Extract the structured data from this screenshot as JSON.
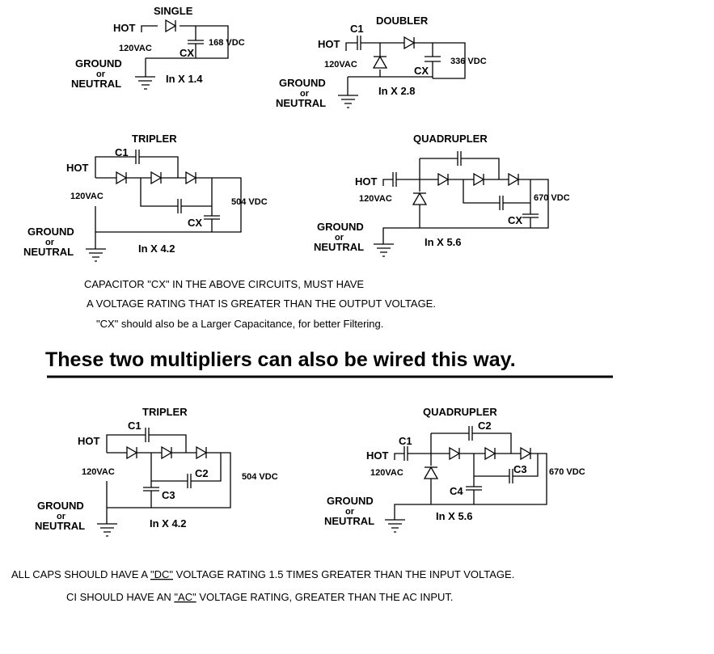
{
  "common": {
    "hot": "HOT",
    "vac": "120VAC",
    "ground": "GROUND",
    "or": "or",
    "neutral": "NEUTRAL"
  },
  "single": {
    "title": "SINGLE",
    "cx": "CX",
    "out": "168 VDC",
    "factor": "In X 1.4"
  },
  "doubler": {
    "title": "DOUBLER",
    "c1": "C1",
    "cx": "CX",
    "out": "336 VDC",
    "factor": "In X 2.8"
  },
  "tripler_a": {
    "title": "TRIPLER",
    "c1": "C1",
    "cx": "CX",
    "out": "504 VDC",
    "factor": "In X 4.2"
  },
  "quad_a": {
    "title": "QUADRUPLER",
    "cx": "CX",
    "out": "670 VDC",
    "factor": "In X 5.6"
  },
  "notes": {
    "line1": "CAPACITOR \"CX\" IN THE ABOVE CIRCUITS, MUST HAVE",
    "line2": "A  VOLTAGE RATING THAT IS GREATER THAN THE OUTPUT VOLTAGE.",
    "line3": "\"CX\" should also be a Larger Capacitance, for better Filtering."
  },
  "heading": "These two multipliers can also be wired this way.",
  "tripler_b": {
    "title": "TRIPLER",
    "c1": "C1",
    "c2": "C2",
    "c3": "C3",
    "out": "504 VDC",
    "factor": "In X 4.2"
  },
  "quad_b": {
    "title": "QUADRUPLER",
    "c1": "C1",
    "c2": "C2",
    "c3": "C3",
    "c4": "C4",
    "out": "670 VDC",
    "factor": "In X 5.6"
  },
  "footer": {
    "l1_pre": "ALL CAPS SHOULD HAVE A  ",
    "l1_dc": "\"DC\"",
    "l1_post": "  VOLTAGE RATING 1.5 TIMES GREATER THAN THE INPUT VOLTAGE.",
    "l2_pre": "CI SHOULD HAVE AN ",
    "l2_ac": "\"AC\"",
    "l2_post": " VOLTAGE RATING, GREATER THAN THE AC INPUT."
  }
}
